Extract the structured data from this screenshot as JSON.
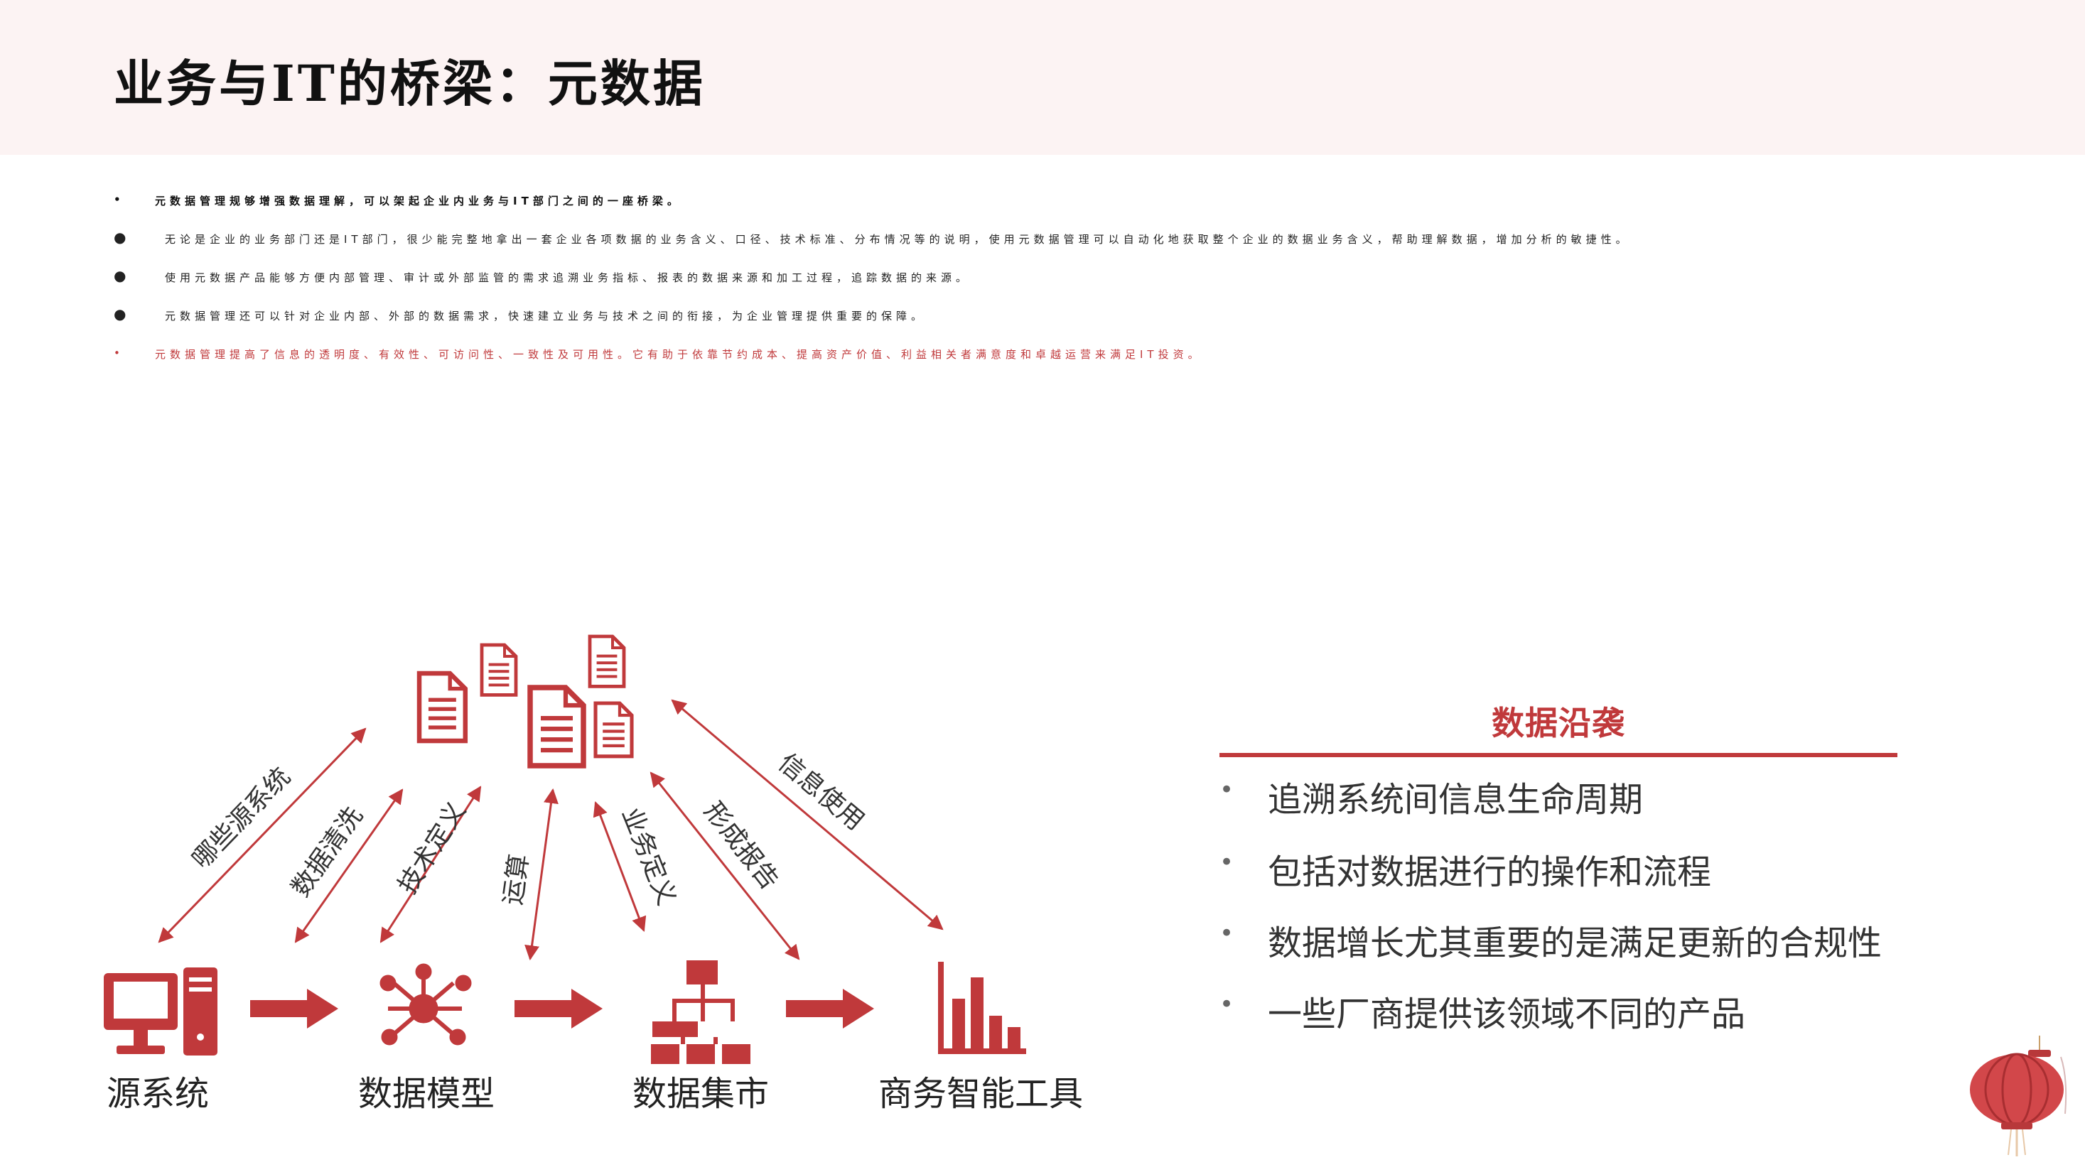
{
  "header": {
    "title": "业务与IT的桥梁：元数据"
  },
  "intro_bullets": [
    {
      "style": "bold",
      "marker": "•",
      "text": "元数据管理规够增强数据理解，可以架起企业内业务与IT部门之间的一座桥梁。"
    },
    {
      "style": "round",
      "marker": "●",
      "text": "无论是企业的业务部门还是IT部门，很少能完整地拿出一套企业各项数据的业务含义、口径、技术标准、分布情况等的说明，使用元数据管理可以自动化地获取整个企业的数据业务含义，帮助理解数据，增加分析的敏捷性。"
    },
    {
      "style": "round",
      "marker": "●",
      "text": "使用元数据产品能够方便内部管理、审计或外部监管的需求追溯业务指标、报表的数据来源和加工过程，追踪数据的来源。"
    },
    {
      "style": "round",
      "marker": "●",
      "text": "元数据管理还可以针对企业内部、外部的数据需求，快速建立业务与技术之间的衔接，为企业管理提供重要的保障。"
    },
    {
      "style": "red",
      "marker": "•",
      "text": "元数据管理提高了信息的透明度、有效性、可访问性、一致性及可用性。它有助于依靠节约成本、提高资产价值、利益相关者满意度和卓越运营来满足IT投资。"
    }
  ],
  "diagram": {
    "stages": [
      {
        "label": "源系统",
        "icon": "computer-icon"
      },
      {
        "label": "数据模型",
        "icon": "network-model-icon"
      },
      {
        "label": "数据集市",
        "icon": "hierarchy-icon"
      },
      {
        "label": "商务智能工具",
        "icon": "bar-chart-icon"
      }
    ],
    "arrow_labels": [
      "哪些源系统",
      "数据清洗",
      "技术定义",
      "运算",
      "业务定义",
      "形成报告",
      "信息使用"
    ],
    "metadata_icon": "document-icon",
    "accent_color": "#c0393b"
  },
  "panel": {
    "title": "数据沿袭",
    "items": [
      "追溯系统间信息生命周期",
      "包括对数据进行的操作和流程",
      "数据增长尤其重要的是满足更新的合规性",
      "一些厂商提供该领域不同的产品"
    ]
  },
  "decoration": {
    "lantern_icon": "lantern-icon"
  }
}
